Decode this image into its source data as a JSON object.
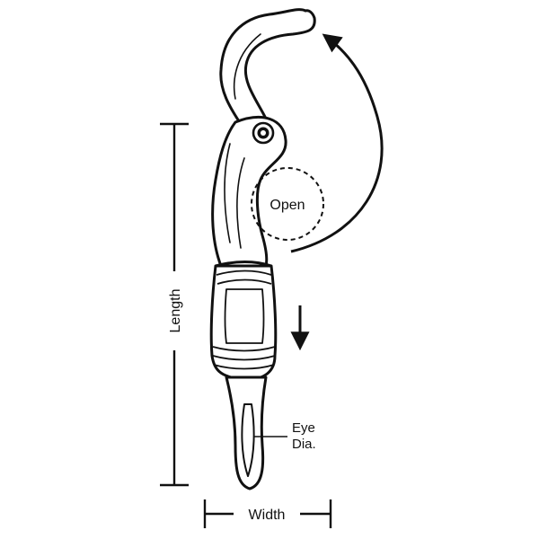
{
  "diagram": {
    "open_label": "Open",
    "length_label": "Length",
    "width_label": "Width",
    "eye_label_line1": "Eye",
    "eye_label_line2": "Dia."
  }
}
